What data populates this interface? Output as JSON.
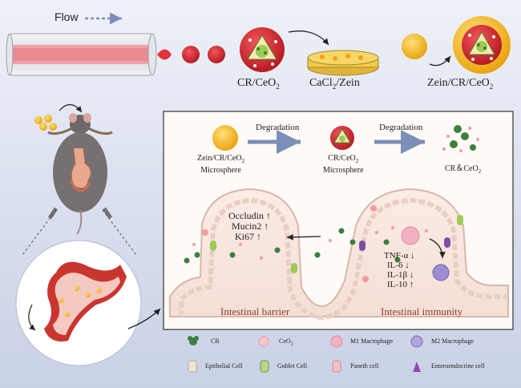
{
  "top": {
    "flow": "Flow",
    "cr_ceo2": "CR/CeO",
    "cacl2_zein": "CaCl",
    "cacl2_zein_rest": "/Zein",
    "zein_cr_ceo2": "Zein/CR/CeO"
  },
  "process": {
    "degradation_1": "Degradation",
    "degradation_2": "Degradation",
    "zein_microsphere_line1": "Zein/CR/CeO",
    "zein_microsphere_line2": "Microsphere",
    "cr_microsphere_line1": "CR/CeO",
    "cr_microsphere_line2": "Microsphere",
    "cr_and_ceo2": "CR＆CeO"
  },
  "barrier": {
    "occludin": "Occludin ↑",
    "mucin2": "Mucin2 ↑",
    "ki67": "Ki67 ↑",
    "title": "Intestinal barrier"
  },
  "immunity": {
    "tnf": "TNF-α ↓",
    "il6": "IL-6 ↓",
    "il1b": "IL-1β ↓",
    "il10": "IL-10 ↑",
    "title": "Intestinal immunity"
  },
  "legend": {
    "cr": "CR",
    "ceo2": "CeO",
    "m1": "M1 Macrophage",
    "m2": "M2 Macrophage",
    "epithelial": "Epithelial Cell",
    "goblet": "Goblet Cell",
    "paneth": "Paneth cell",
    "entero": "Enteroendocrine cell"
  },
  "subscript_2": "2",
  "colors": {
    "red": "#d8232a",
    "gold": "#f3b51b",
    "green": "#3d7f3e",
    "pink": "#f3c4c8",
    "purple": "#6a3f8c",
    "barrier_text": "#8a3b2e"
  }
}
